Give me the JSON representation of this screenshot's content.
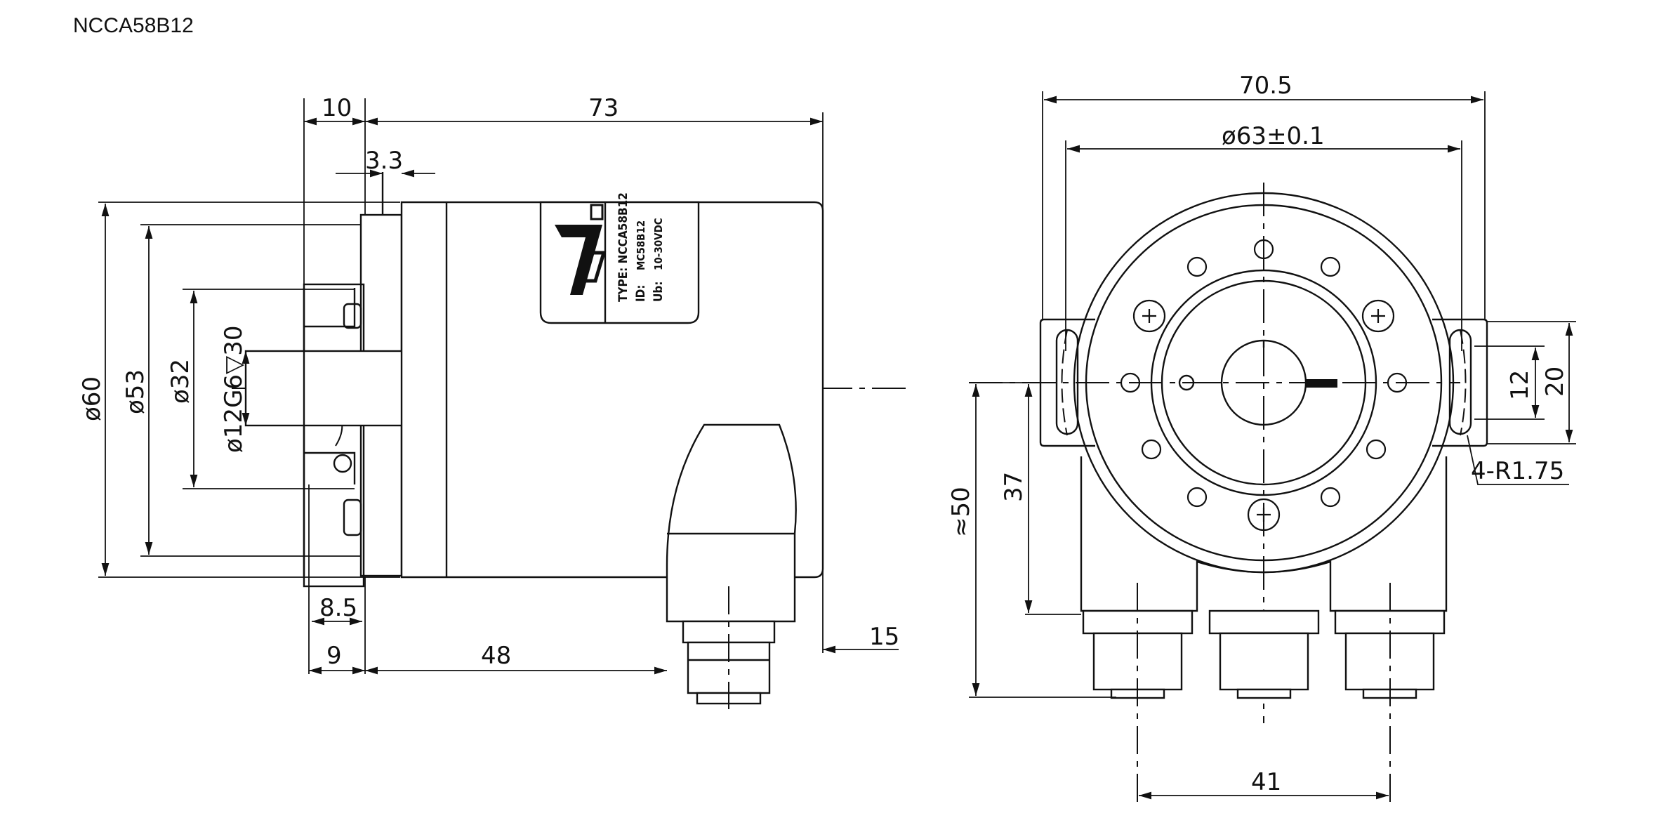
{
  "title": "NCCA58B12",
  "side_view": {
    "dims": {
      "flange_width": "10",
      "body_length": "73",
      "flange_thickness": "3.3",
      "outer_dia": "ø60",
      "flange_dia": "ø53",
      "spigot_dia": "ø32",
      "shaft": "ø12G6▽30",
      "recess": "8.5",
      "shaft_offset": "9",
      "connector_pos": "48",
      "connector_off": "15"
    },
    "label": {
      "type_line": "TYPE: NCCA58B12",
      "id_line": "ID:",
      "id_value": "MC58B12",
      "ub_line": "Ub:",
      "ub_value": "10-30VDC"
    }
  },
  "front_view": {
    "dims": {
      "overall_width": "70.5",
      "flange_dia": "ø63±0.1",
      "slot_inner": "12",
      "slot_outer": "20",
      "slot_radius": "4-R1.75",
      "height_total": "≈50",
      "height_center": "37",
      "connector_span": "41"
    }
  }
}
